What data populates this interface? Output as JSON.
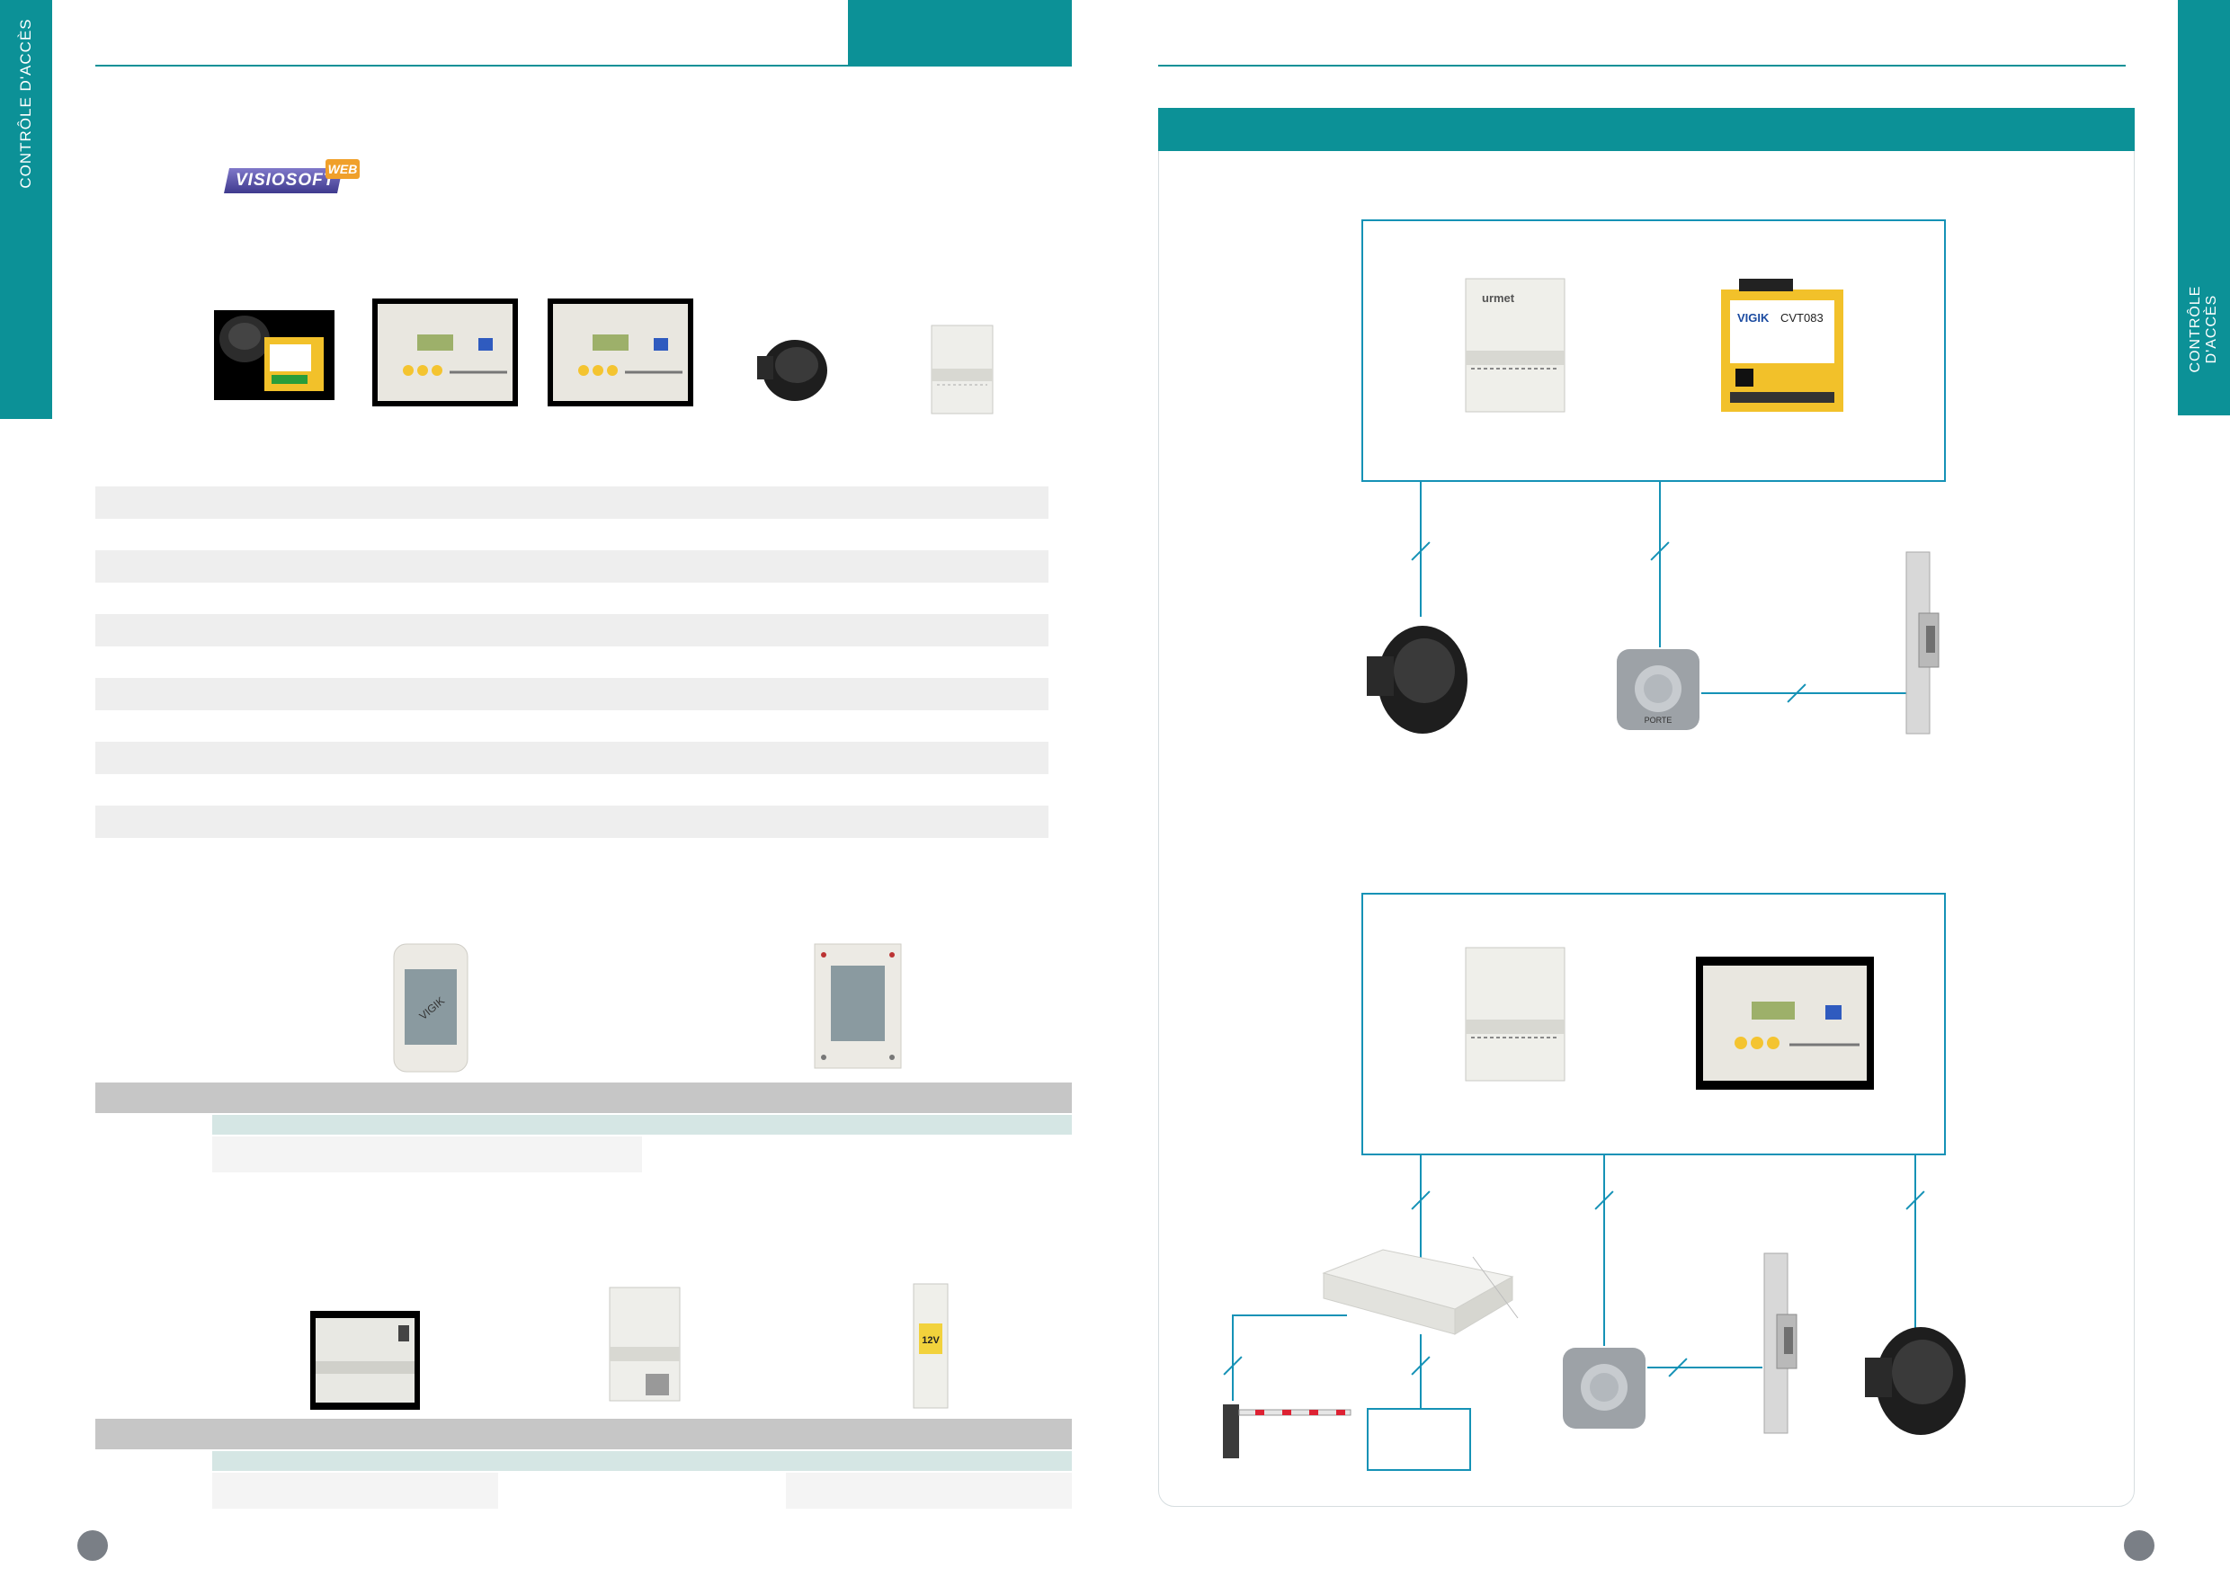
{
  "sidebar_left": {
    "label": "CONTRÔLE D'ACCÈS"
  },
  "sidebar_right": {
    "line1": "CONTRÔLE",
    "line2": "D'ACCÈS"
  },
  "visiosoft_logo": {
    "brand": "VISIOSOFT",
    "badge": "WEB"
  },
  "product_labels": {
    "controller_brand": "urmet",
    "vigik_module_brand": "VIGIK",
    "vigik_module_model": "CVT083",
    "door_button_text": "PORTE",
    "psu_label": "12V",
    "badge_reader_logo": "VIGIK"
  },
  "colors": {
    "teal": "#0c9197",
    "wire_blue": "#1592b6",
    "row_grey": "#eeeeee",
    "bar_grey": "#c6c6c6",
    "bar_mint": "#d5e6e4"
  },
  "icons": [
    "visiosoft-web-logo",
    "rfid-reader-icon",
    "controller-unit-icon",
    "power-supply-icon",
    "vigik-module-icon",
    "door-button-icon",
    "electric-strike-icon",
    "badge-reader-icon",
    "barrier-icon",
    "receiver-box-icon"
  ]
}
